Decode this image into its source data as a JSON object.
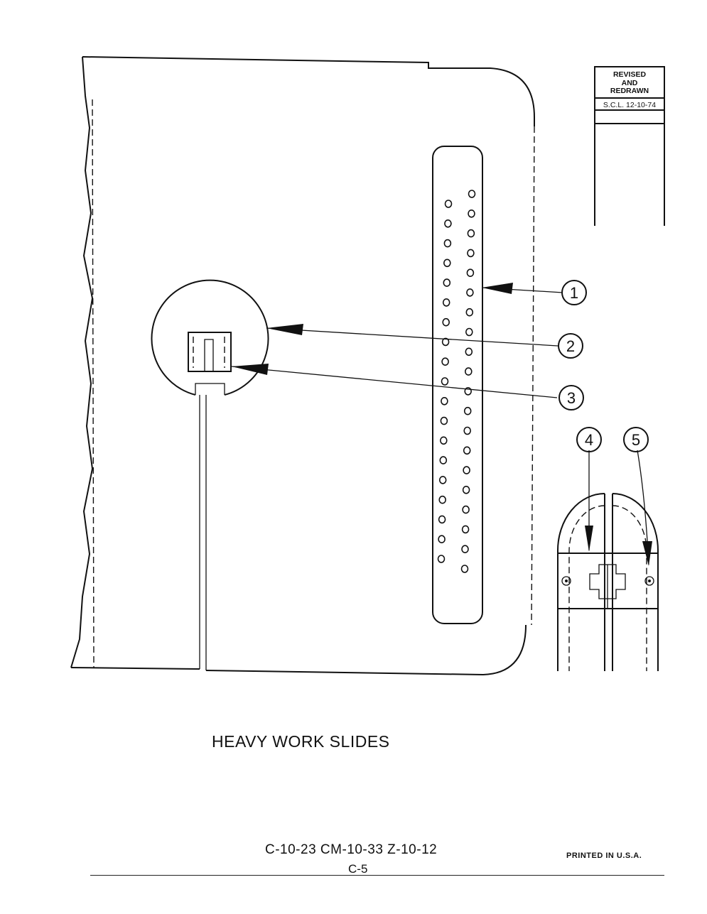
{
  "revision_box": {
    "revised_line1": "REVISED",
    "revised_line2": "AND",
    "revised_line3": "REDRAWN",
    "revision_date": "S.C.L. 12-10-74"
  },
  "callouts": [
    "1",
    "2",
    "3",
    "4",
    "5"
  ],
  "title": "HEAVY WORK SLIDES",
  "footer": {
    "models": "C-10-23 CM-10-33 Z-10-12",
    "page": "C-5",
    "printed": "PRINTED IN U.S.A."
  }
}
